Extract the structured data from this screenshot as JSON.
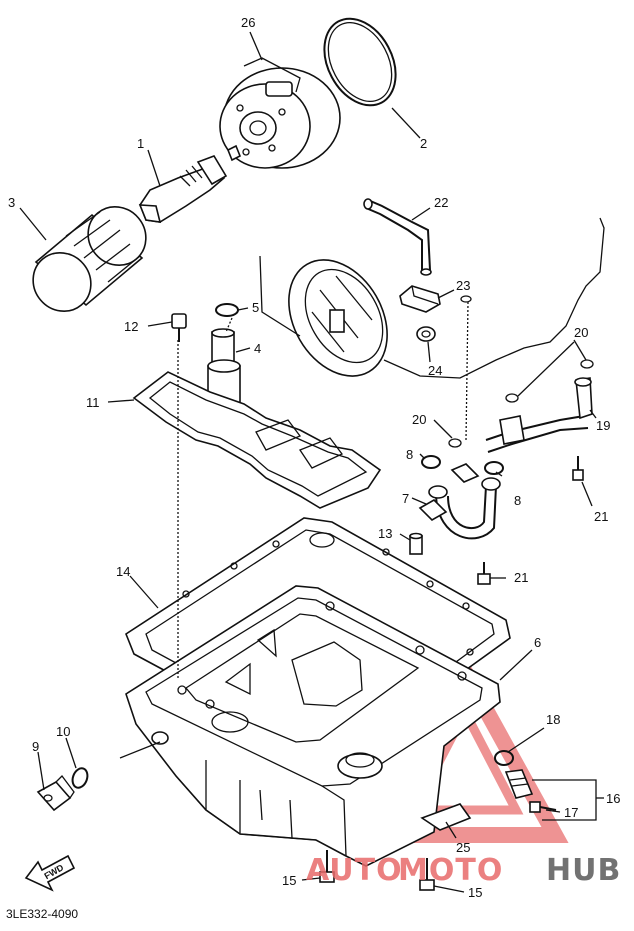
{
  "diagram": {
    "callouts": [
      "26",
      "2",
      "1",
      "3",
      "22",
      "23",
      "5",
      "12",
      "4",
      "24",
      "11",
      "20",
      "20",
      "20",
      "8",
      "8",
      "7",
      "19",
      "21",
      "13",
      "21",
      "14",
      "6",
      "18",
      "10",
      "9",
      "17",
      "16",
      "25",
      "15",
      "15"
    ],
    "direction_label": "FWD",
    "drawing_code": "3LE332-4090"
  },
  "watermark": {
    "brand_part1": "AUTO",
    "brand_part2": "MOTO",
    "brand_part3": "HUB",
    "colors": {
      "auto": "#e86a6a",
      "moto": "#e86a6a",
      "hub": "#5a5a5a"
    }
  }
}
